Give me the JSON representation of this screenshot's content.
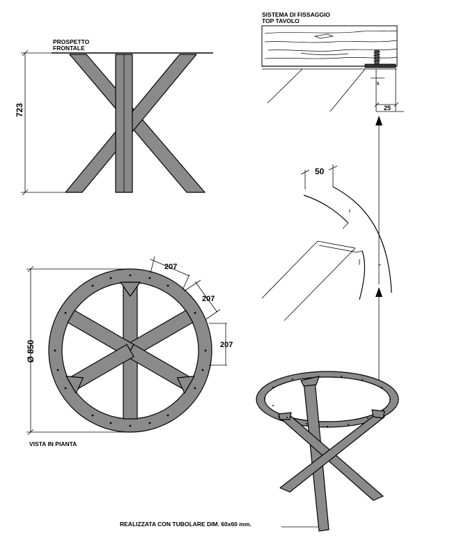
{
  "labels": {
    "front_view_1": "PROSPETTO",
    "front_view_2": "FRONTALE",
    "fixing_1": "SISTEMA DI FISSAGGIO",
    "fixing_2": "TOP TAVOLO",
    "plan_view": "VISTA IN PIANTA",
    "footer": "REALIZZATA CON TUBOLARE DIM. 60x60 mm."
  },
  "dimensions": {
    "height": "723",
    "diameter": "Ø 850",
    "spacing_1": "207",
    "spacing_2": "207",
    "spacing_3": "207",
    "detail_offset": "50",
    "fixing_gap": "25",
    "fixing_small": "5"
  },
  "colors": {
    "steel": "#8a8a8a",
    "line": "#000000"
  }
}
